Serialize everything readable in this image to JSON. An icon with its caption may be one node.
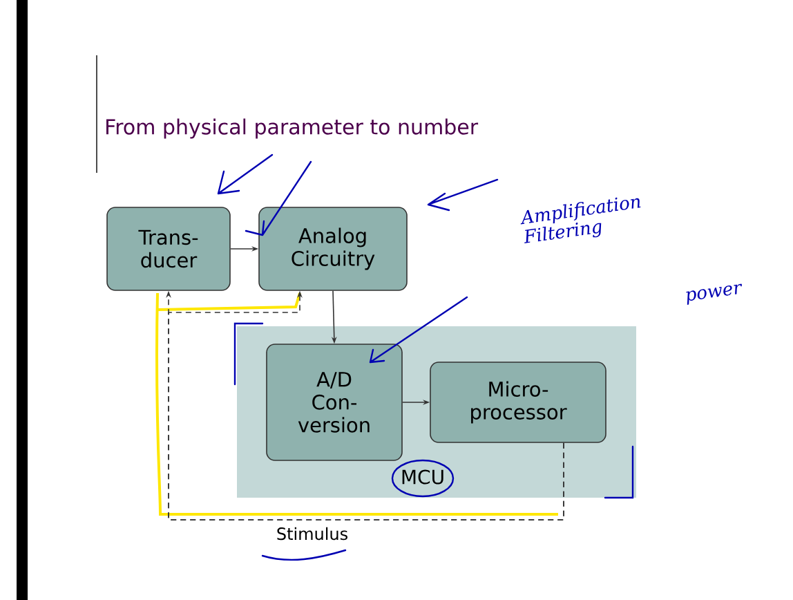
{
  "diagram": {
    "title": "From physical parameter to number",
    "nodes": [
      {
        "text": [
          "Trans- ducer"
        ]
      },
      {
        "text": [
          "Analog Circuitry"
        ]
      },
      {
        "text": [
          "MCU"
        ]
      },
      {
        "text": [
          "A/D Con- version"
        ],
        "in": 2
      },
      {
        "text": [
          "Micro- processor"
        ],
        "in": 2
      }
    ],
    "edges": [
      {
        "from": 0,
        "to": 1,
        "arrow": "to"
      },
      {
        "from": 1,
        "to": 3,
        "arrow": "to"
      },
      {
        "from": 3,
        "to": 4,
        "arrow": "to"
      },
      {
        "from": 4,
        "to": 0,
        "arrow": "to",
        "style": "dashed",
        "label": "Stimulus"
      },
      {
        "from": 4,
        "to": 1,
        "arrow": "to",
        "style": "dashed"
      }
    ],
    "labels": [
      "Amplification Filtering",
      "power"
    ]
  }
}
